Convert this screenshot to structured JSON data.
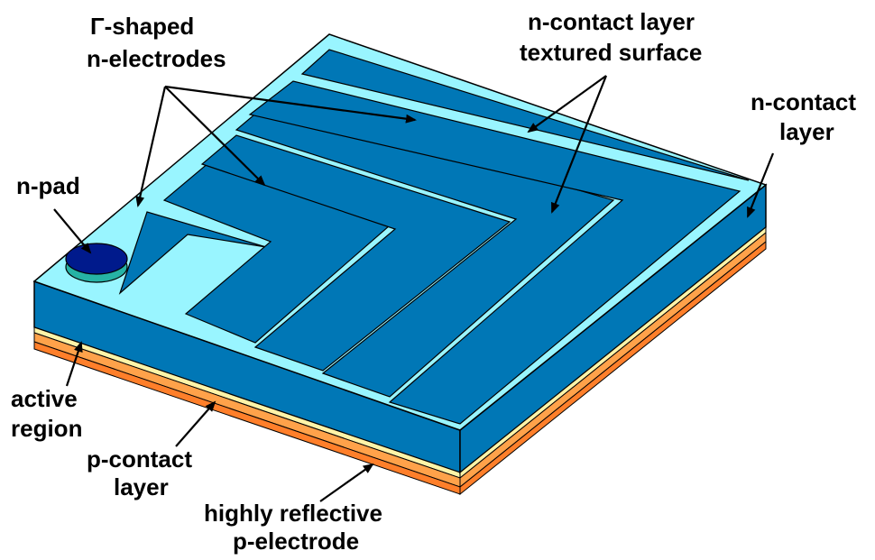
{
  "labels": {
    "gamma_electrodes": [
      "Γ-shaped",
      "n-electrodes"
    ],
    "textured_surface": [
      "n-contact layer",
      "textured surface"
    ],
    "n_contact_layer": [
      "n-contact",
      "layer"
    ],
    "n_pad": "n-pad",
    "active_region": [
      "active",
      "region"
    ],
    "p_contact_layer": [
      "p-contact",
      "layer"
    ],
    "p_electrode": [
      "highly reflective",
      "p-electrode"
    ]
  },
  "colors": {
    "top_surface": "#0077b6",
    "electrode": "#99f5ff",
    "front_face": "#0077b6",
    "right_face": "#0077b6",
    "active_layer": "#fff4a8",
    "p_contact": "#ffa24a",
    "p_electrode": "#ff7f2a",
    "pad_top": "#001a8c",
    "pad_side": "#26b3a5",
    "outline": "#000000"
  }
}
